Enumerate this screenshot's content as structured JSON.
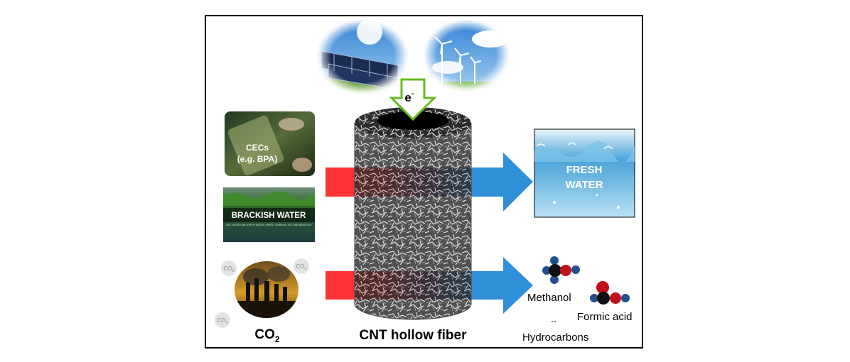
{
  "energy": {
    "electron_symbol": "e",
    "electron_superscript": "-"
  },
  "inputs": {
    "cecs_line1": "CECs",
    "cecs_line2": "(e.g. BPA)",
    "brackish_title": "BRACKISH WATER",
    "brackish_caption": "SALT WATER AND FRESH WATER, WHEN COMBINED, BECOME BRACKISH",
    "co2_bubble_text_base": "CO",
    "co2_bubble_text_sub": "2",
    "co2_label_base": "CO",
    "co2_label_sub": "2"
  },
  "fiber": {
    "label": "CNT hollow fiber"
  },
  "outputs": {
    "fresh_water_line1": "FRESH",
    "fresh_water_line2": "WATER",
    "methanol": "Methanol",
    "formic_acid": "Formic acid",
    "ellipsis": "..",
    "hydrocarbons": "Hydrocarbons"
  },
  "colors": {
    "frame": "#000000",
    "arrow_red": "#ff3333",
    "arrow_blue": "#2f8fd8",
    "down_arrow_green": "#66bb22",
    "atom_carbon": "#111111",
    "atom_oxygen": "#c0101a",
    "atom_hydrogen": "#234f8c"
  }
}
